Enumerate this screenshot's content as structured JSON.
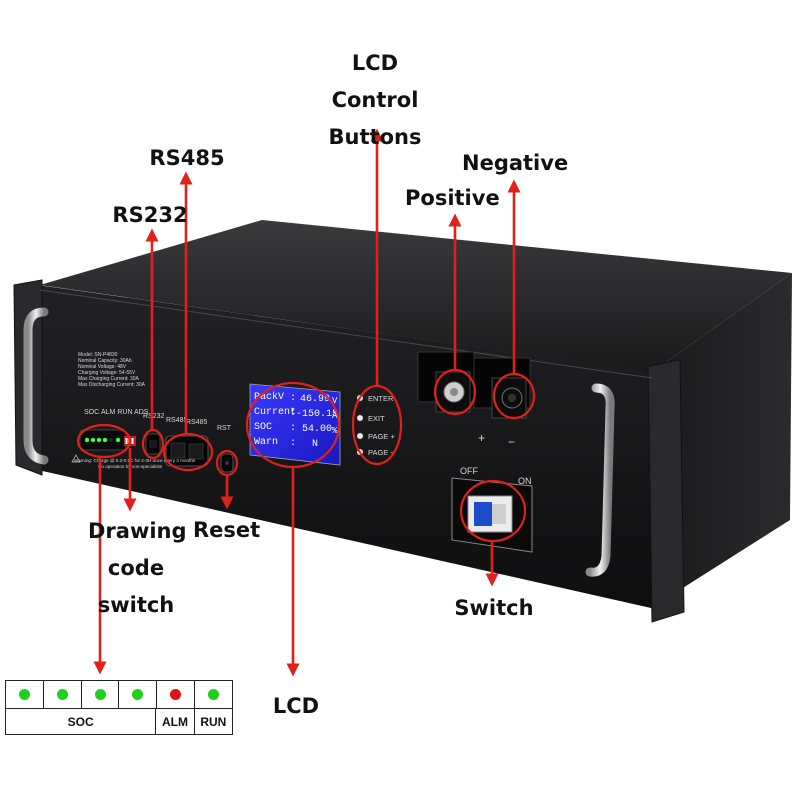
{
  "callouts": {
    "lcd_control": "LCD Control\nButtons",
    "rs485": "RS485",
    "rs232": "RS232",
    "negative": "Negative",
    "positive": "Positive",
    "drawing_code": "Drawing\ncode\nswitch",
    "reset": "Reset",
    "lcd": "LCD",
    "switch": "Switch"
  },
  "panel": {
    "spec_lines": [
      "Model: SN-P4830",
      "Nominal Capacity: 30Ah",
      "Nominal Voltage: 48V",
      "Charging Voltage: 54-55V",
      "Max Charging Current: 30A",
      "Max Discharging Current: 30A"
    ],
    "port_labels": {
      "soc": "SOC",
      "alm_run_ads": "ALM RUN ADS",
      "rs232": "RS232",
      "rs485_a": "RS485",
      "rs485_b": "RS485",
      "rst": "RST"
    },
    "warning_lines": [
      "Warning: Charge @ 0.2-0.5C for 2-3H once every 3 months",
      "No operation by non-specialists"
    ],
    "switch_off": "OFF",
    "switch_on": "ON",
    "terminal_pos": "+",
    "terminal_neg": "−"
  },
  "lcd": {
    "rows": [
      {
        "label": "PackV",
        "sep": ":",
        "value": "46.99",
        "unit": "V"
      },
      {
        "label": "Current",
        "sep": ":",
        "value": "-150.15",
        "unit": "A"
      },
      {
        "label": "SOC",
        "sep": ":",
        "value": "54.00",
        "unit": "%"
      },
      {
        "label": "Warn",
        "sep": ":",
        "value": "N",
        "unit": ""
      }
    ]
  },
  "buttons": [
    "ENTER",
    "EXIT",
    "PAGE +",
    "PAGE −"
  ],
  "led_table": {
    "leds": [
      {
        "color": "#1ed01e"
      },
      {
        "color": "#1ed01e"
      },
      {
        "color": "#1ed01e"
      },
      {
        "color": "#1ed01e"
      },
      {
        "color": "#e01010"
      },
      {
        "color": "#1ed01e"
      }
    ],
    "labels": {
      "soc": "SOC",
      "alm": "ALM",
      "run": "RUN"
    }
  },
  "colors": {
    "arrow": "#e0201c",
    "lcd_bg": "#2a2ae0",
    "chassis": "#1c1c1e"
  }
}
